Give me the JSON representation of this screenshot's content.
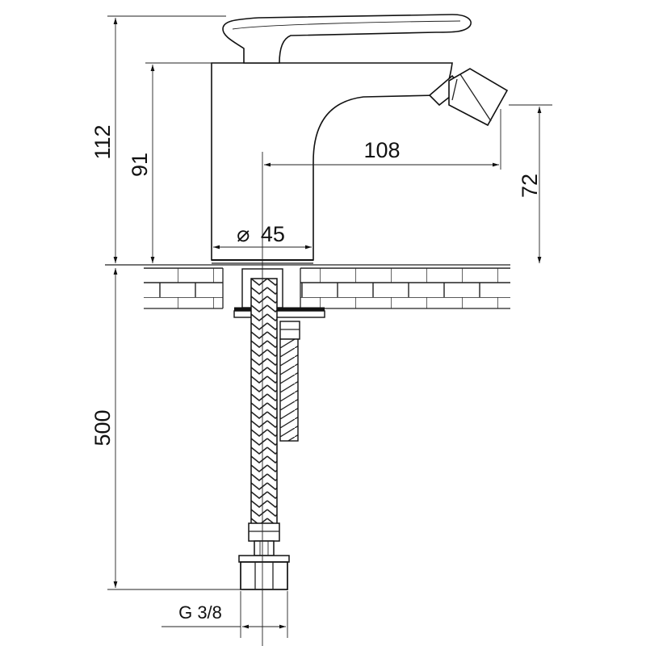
{
  "dimensions": {
    "total_height": "112",
    "body_height": "91",
    "spout_reach": "108",
    "spout_height": "72",
    "base_diameter_symbol": "⌀",
    "base_diameter": "45",
    "hose_length": "500",
    "connection_thread": "G 3/8"
  }
}
